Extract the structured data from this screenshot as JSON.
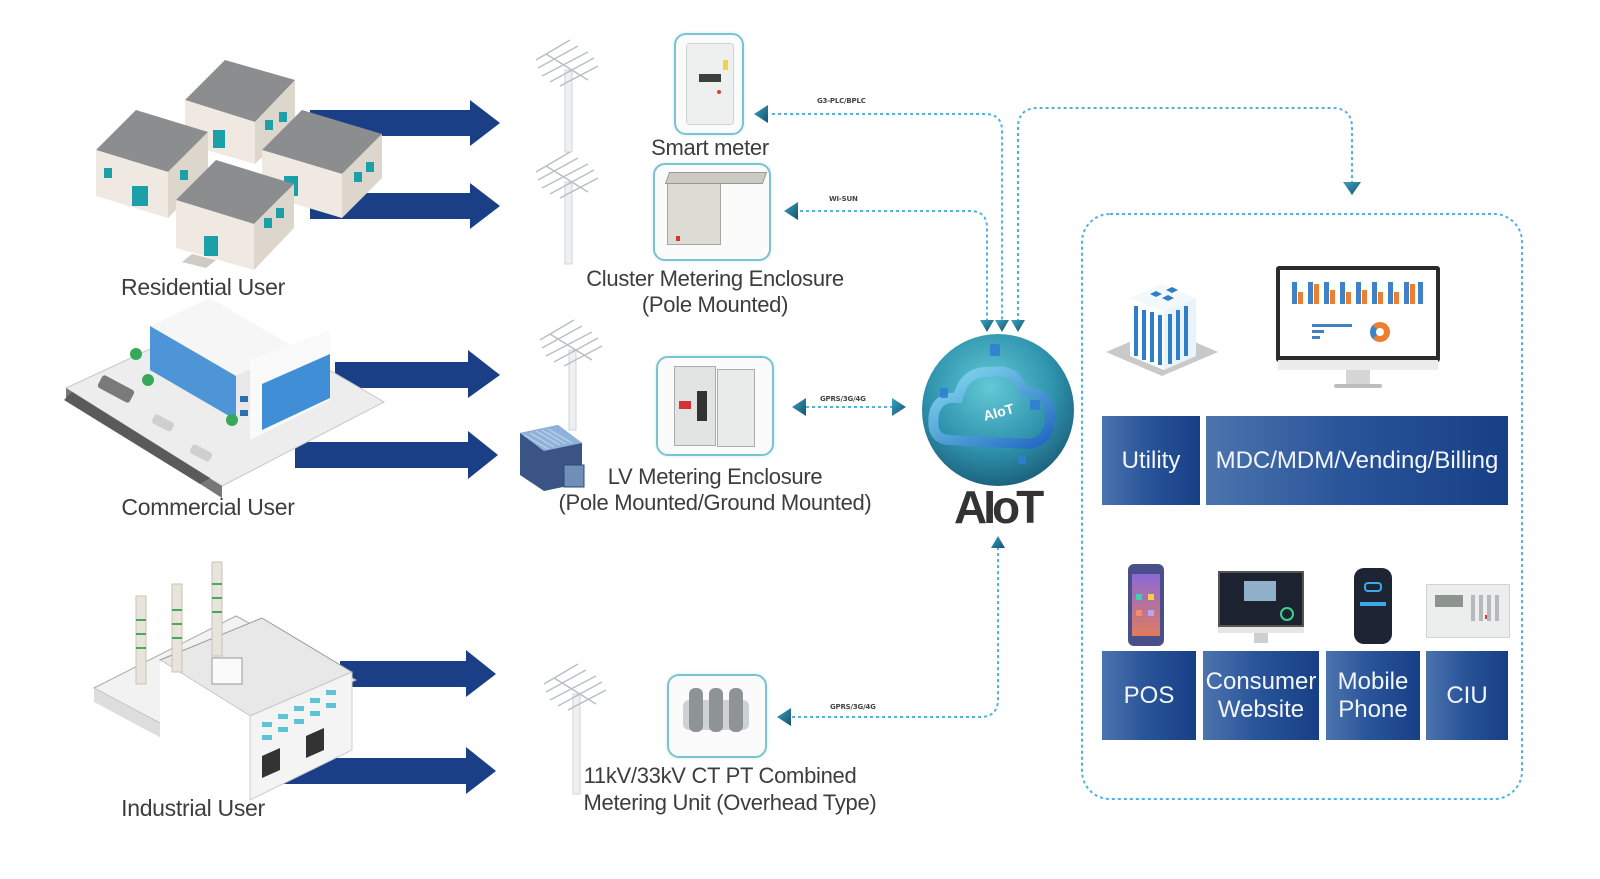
{
  "diagram": {
    "title": "AIoT Smart Metering Architecture",
    "users": [
      {
        "id": "residential",
        "label": "Residential User",
        "icon": "houses-icon"
      },
      {
        "id": "commercial",
        "label": "Commercial User",
        "icon": "office-building-icon"
      },
      {
        "id": "industrial",
        "label": "Industrial User",
        "icon": "factory-icon"
      }
    ],
    "devices": [
      {
        "id": "smart-meter",
        "label_lines": [
          "Smart meter"
        ],
        "protocol": "G3-PLC/BPLC",
        "link": "to-device"
      },
      {
        "id": "cluster-enclosure",
        "label_lines": [
          "Cluster Metering Enclosure",
          "(Pole Mounted)"
        ],
        "protocol": "WI-SUN",
        "link": "to-device"
      },
      {
        "id": "lv-enclosure",
        "label_lines": [
          "LV Metering Enclosure",
          "(Pole Mounted/Ground Mounted)"
        ],
        "protocol": "GPRS/3G/4G",
        "link": "bidirectional"
      },
      {
        "id": "ct-pt-unit",
        "label_lines": [
          "11kV/33kV CT PT Combined",
          "Metering Unit (Overhead Type)"
        ],
        "protocol": "GPRS/3G/4G",
        "link": "to-hub"
      }
    ],
    "hub": {
      "label": "AIoT",
      "inner_label": "AIoT"
    },
    "systems": {
      "top_row": [
        {
          "id": "utility",
          "label": "Utility",
          "icon": "utility-building-icon"
        },
        {
          "id": "mdc",
          "label": "MDC/MDM/Vending/Billing",
          "icon": "dashboard-monitor-icon"
        }
      ],
      "bottom_row": [
        {
          "id": "pos",
          "label": "POS",
          "icon": "pos-terminal-icon"
        },
        {
          "id": "consumer-website",
          "label_lines": [
            "Consumer",
            "Website"
          ],
          "icon": "website-monitor-icon"
        },
        {
          "id": "mobile-phone",
          "label_lines": [
            "Mobile",
            "Phone"
          ],
          "icon": "mobile-phone-icon"
        },
        {
          "id": "ciu",
          "label": "CIU",
          "icon": "ciu-keypad-icon"
        }
      ]
    },
    "colors": {
      "flow_arrow": "#1a3f87",
      "dotted_link": "#4fb3e0",
      "arrow_head": "#1f6f8b",
      "card_border": "#7cc3d0",
      "tile_dark": "#173f86",
      "tile_light": "#4c74ad",
      "hub_gradient_top": "#1d5f7c",
      "hub_gradient_bottom": "#48b5c6"
    }
  }
}
